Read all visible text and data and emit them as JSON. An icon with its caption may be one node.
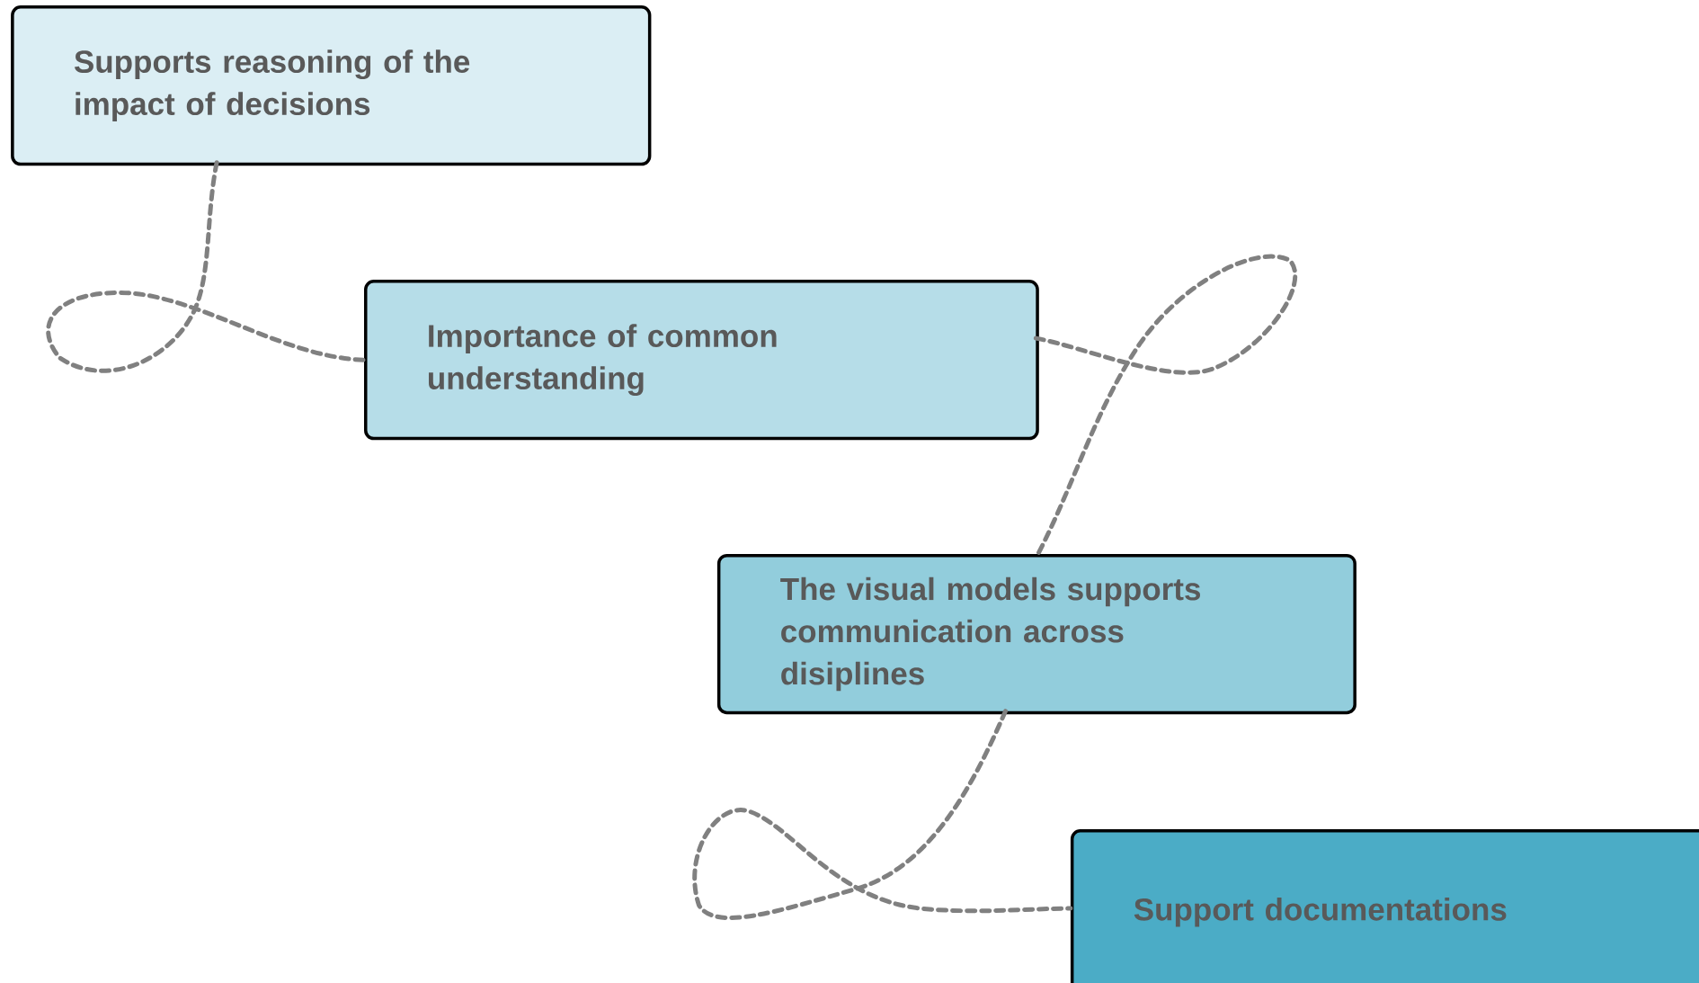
{
  "diagram": {
    "nodes": [
      {
        "text": [
          "Supports reasoning of the impact of decisions"
        ]
      },
      {
        "text": [
          "Importance of common understanding"
        ]
      },
      {
        "text": [
          "The visual models supports communication across disiplines"
        ]
      },
      {
        "text": [
          "Support documentations"
        ]
      }
    ],
    "edges": [
      {
        "from": 0,
        "to": 1,
        "arrow": "none",
        "style": "dashed"
      },
      {
        "from": 1,
        "to": 2,
        "arrow": "none",
        "style": "dashed"
      },
      {
        "from": 2,
        "to": 3,
        "arrow": "none",
        "style": "dashed"
      }
    ]
  }
}
